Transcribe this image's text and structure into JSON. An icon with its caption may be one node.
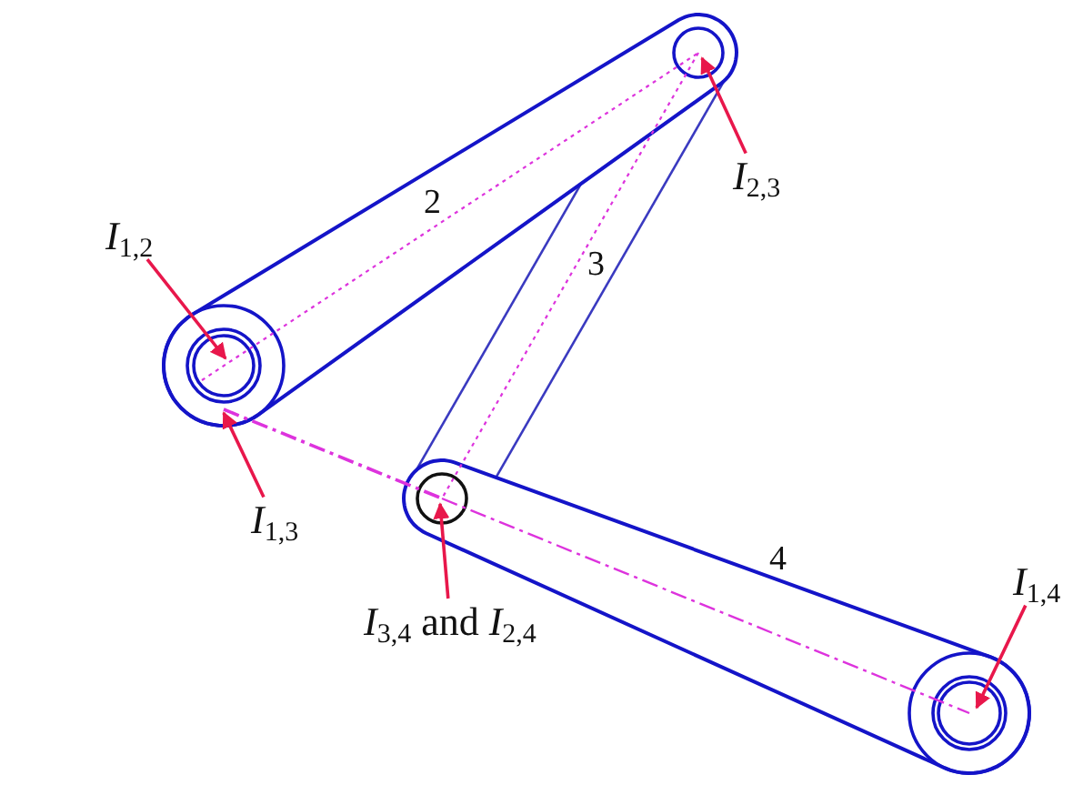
{
  "diagram": {
    "nodes": [
      {
        "text": [
          "*I*$_{2,3}$"
        ]
      },
      {
        "text": [
          "*I*$_{1,2}$"
        ]
      },
      {
        "text": [
          "*I*$_{1,3}$"
        ]
      },
      {
        "text": [
          "*I*$_{1,4}$"
        ]
      },
      {
        "text": [
          "*I*$_{3,4}$ and *I*$_{2,4}$"
        ]
      }
    ],
    "edges": [
      {
        "from": 0,
        "to": null,
        "arrow": "to"
      },
      {
        "from": 1,
        "to": null,
        "arrow": "to"
      },
      {
        "from": 2,
        "to": null,
        "arrow": "to"
      },
      {
        "from": 3,
        "to": null,
        "arrow": "to"
      },
      {
        "from": 4,
        "to": null,
        "arrow": "to"
      }
    ],
    "labels": [
      "2",
      "3",
      "4"
    ]
  }
}
